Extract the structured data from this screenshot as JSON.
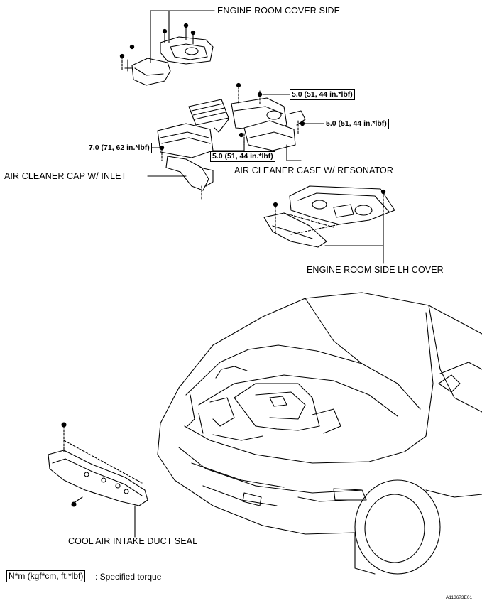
{
  "labels": {
    "engine_room_cover_side": "ENGINE ROOM COVER SIDE",
    "air_cleaner_cap_w_inlet": "AIR CLEANER CAP W/ INLET",
    "air_cleaner_case_w_resonator": "AIR CLEANER CASE W/ RESONATOR",
    "engine_room_side_lh_cover": "ENGINE ROOM SIDE LH COVER",
    "cool_air_intake_duct_seal": "COOL AIR INTAKE DUCT SEAL"
  },
  "torques": {
    "case_top": "5.0 (51, 44 in.*lbf)",
    "case_right": "5.0 (51, 44 in.*lbf)",
    "case_left": "5.0 (51, 44 in.*lbf)",
    "cap": "7.0 (71, 62 in.*lbf)"
  },
  "legend": {
    "unit_box": "N*m (kgf*cm, ft.*lbf)",
    "description": ": Specified torque"
  },
  "figure_code": "A113673E01"
}
